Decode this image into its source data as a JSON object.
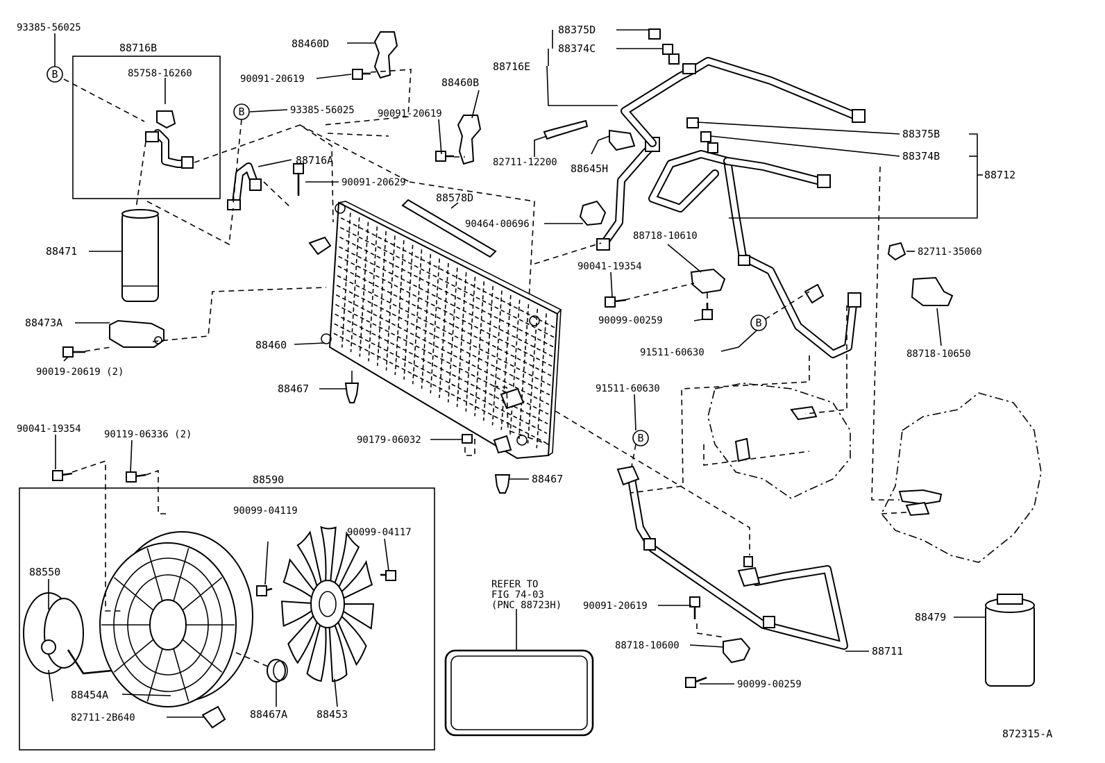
{
  "parts": {
    "p93385_56025_a": "93385-56025",
    "p88716B": "88716B",
    "p85758_16260": "85758-16260",
    "p88460D": "88460D",
    "p90091_20619_a": "90091-20619",
    "p93385_56025_b": "93385-56025",
    "p90091_20619_b": "90091-20619",
    "p88460B": "88460B",
    "p88716A": "88716A",
    "p90091_20629": "90091-20629",
    "p88578D": "88578D",
    "p88471": "88471",
    "p88473A": "88473A",
    "p90019_20619": "90019-20619 (2)",
    "p88460": "88460",
    "p88467_a": "88467",
    "p88375D": "88375D",
    "p88374C": "88374C",
    "p88716E": "88716E",
    "p82711_12200": "82711-12200",
    "p88645H": "88645H",
    "p88375B": "88375B",
    "p88374B": "88374B",
    "p88712": "88712",
    "p90464_00696": "90464-00696",
    "p88718_10610": "88718-10610",
    "p90041_19354_a": "90041-19354",
    "p90099_00259_a": "90099-00259",
    "p82711_35060": "82711-35060",
    "p91511_60630_a": "91511-60630",
    "p88718_10650": "88718-10650",
    "p91511_60630_b": "91511-60630",
    "p90179_06032": "90179-06032",
    "p88467_b": "88467",
    "p90041_19354_b": "90041-19354",
    "p90119_06336": "90119-06336 (2)",
    "p88590": "88590",
    "p90099_04119": "90099-04119",
    "p90099_04117": "90099-04117",
    "p88550": "88550",
    "p88454A": "88454A",
    "p82711_2B640": "82711-2B640",
    "p88467A": "88467A",
    "p88453": "88453",
    "p90091_20619_c": "90091-20619",
    "p88718_10600": "88718-10600",
    "p90099_00259_b": "90099-00259",
    "p88711": "88711",
    "p88479": "88479"
  },
  "refer_note": {
    "line1": "REFER TO",
    "line2": "FIG 74-03",
    "line3": "(PNC 88723H)"
  },
  "b_marker": "B",
  "figure_id": "872315-A",
  "icons": [
    "condenser-icon",
    "receiver-dryer-icon",
    "fan-motor-icon",
    "fan-shroud-icon",
    "fan-blade-icon",
    "compressor-icon",
    "gasket-icon"
  ]
}
